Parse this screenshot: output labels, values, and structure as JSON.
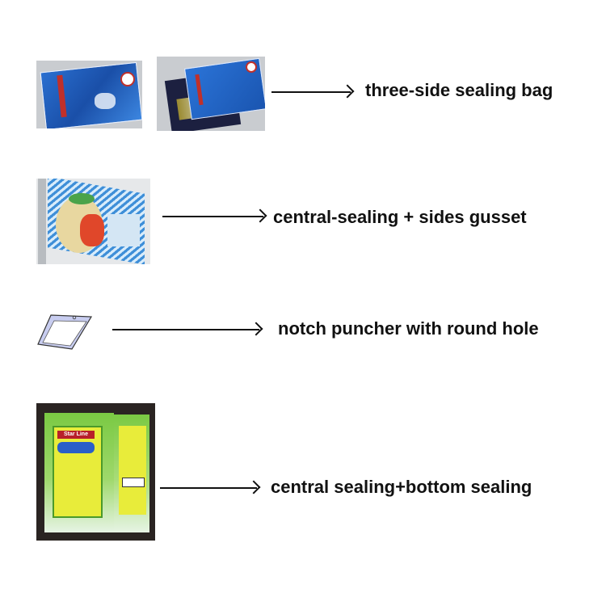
{
  "rows": [
    {
      "label": "three-side sealing bag",
      "image": "blue-three-side-sealed-bags-photo"
    },
    {
      "label": "central-sealing + sides gusset",
      "image": "noodle-package-gusset-photo"
    },
    {
      "label": "notch puncher with round hole",
      "image": "bag-with-hole-sketch"
    },
    {
      "label": "central sealing+bottom sealing",
      "image": "green-star-line-bags-photo"
    }
  ],
  "product_text": {
    "brand": "Star Line"
  },
  "colors": {
    "blue_bag": "#1e5fbf",
    "green_bag": "#7ac943",
    "yellow_label": "#e8ec3a",
    "sketch_fill": "#c8cdf0"
  }
}
